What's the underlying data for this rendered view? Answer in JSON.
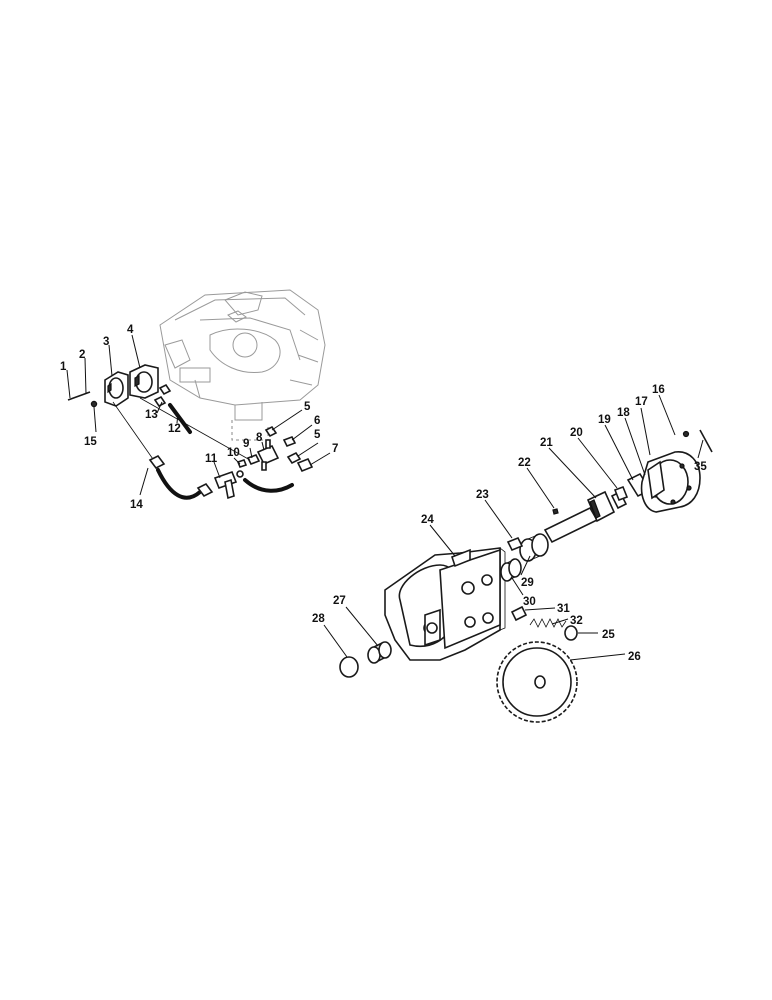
{
  "diagram": {
    "callouts": [
      "1",
      "2",
      "3",
      "4",
      "5",
      "6",
      "7",
      "8",
      "9",
      "10",
      "11",
      "12",
      "13",
      "14",
      "15",
      "16",
      "17",
      "18",
      "19",
      "20",
      "21",
      "22",
      "23",
      "24",
      "25",
      "26",
      "27",
      "28",
      "29",
      "30",
      "31",
      "32",
      "35",
      "5"
    ]
  }
}
